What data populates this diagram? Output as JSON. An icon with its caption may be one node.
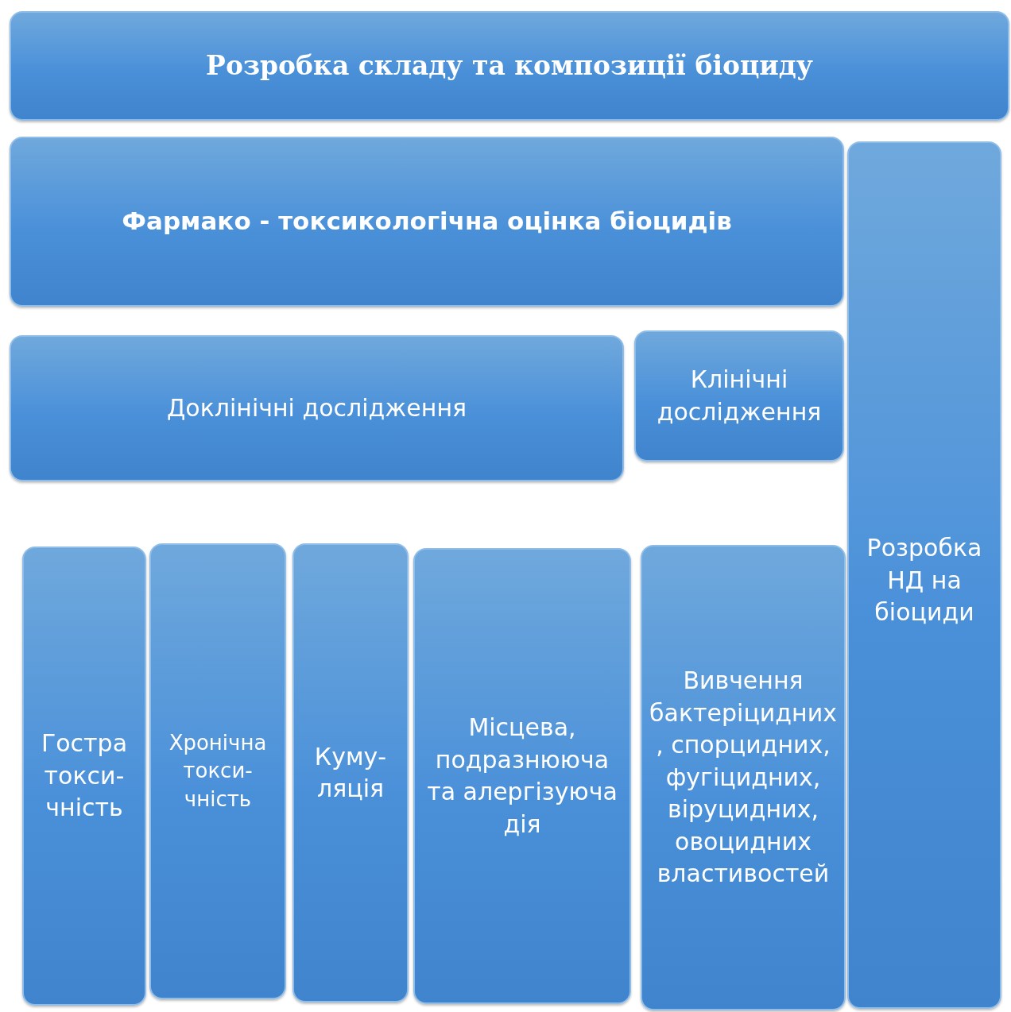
{
  "diagram": {
    "nodes": [
      {
        "text": [
          "Розробка складу та композиції біоциду"
        ]
      },
      {
        "text": [
          "Фармако - токсикологічна оцінка біоцидів"
        ]
      },
      {
        "text": [
          "Розробка НД на біоциди"
        ]
      },
      {
        "text": [
          "Доклінічні дослідження"
        ]
      },
      {
        "text": [
          "Клінічні дослідження"
        ]
      },
      {
        "text": [
          "Гостра токси- чність"
        ]
      },
      {
        "text": [
          "Хронічна токси- чність"
        ]
      },
      {
        "text": [
          "Куму- ляція"
        ]
      },
      {
        "text": [
          "Місцева, подразнююча та алергізуюча дія"
        ]
      },
      {
        "text": [
          "Вивчення бактеріцидних , спорцидних, фугіцидних, віруцидних, овоцидних властивостей"
        ]
      }
    ]
  }
}
